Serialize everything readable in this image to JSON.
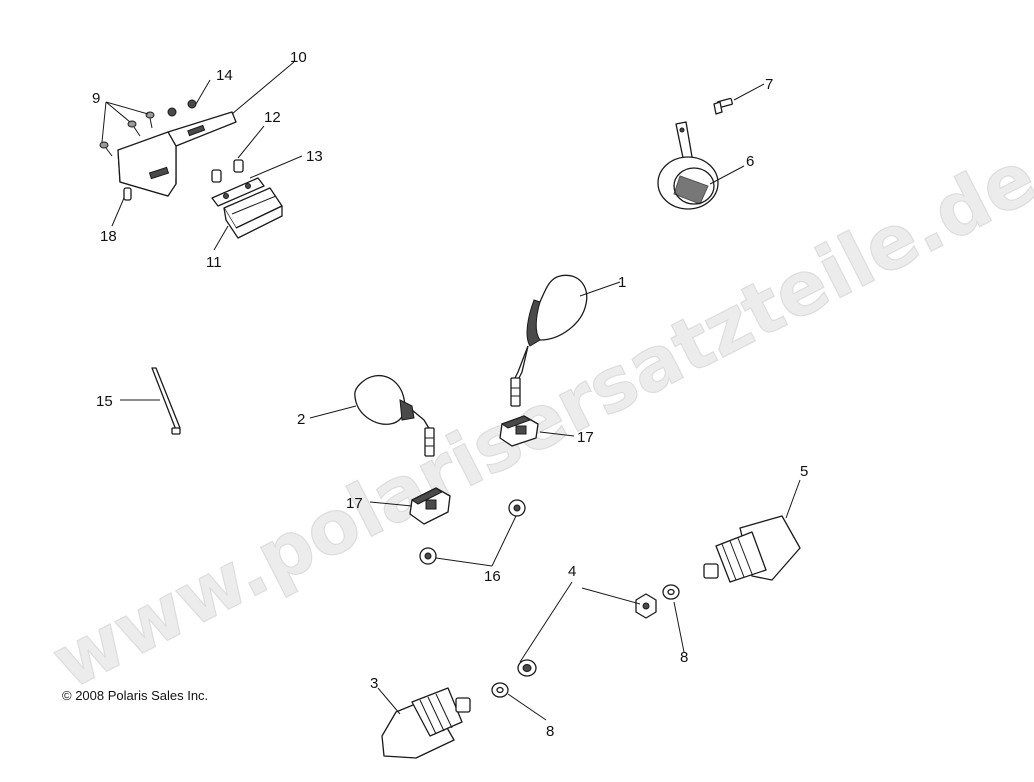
{
  "watermark": "www.polarisersatzteile.de",
  "copyright": "© 2008 Polaris Sales Inc.",
  "callouts": {
    "c1": "1",
    "c2": "2",
    "c3": "3",
    "c4": "4",
    "c5": "5",
    "c6": "6",
    "c7": "7",
    "c8a": "8",
    "c8b": "8",
    "c9": "9",
    "c10": "10",
    "c11": "11",
    "c12": "12",
    "c13": "13",
    "c14": "14",
    "c15": "15",
    "c16": "16",
    "c17a": "17",
    "c17b": "17",
    "c18": "18"
  }
}
